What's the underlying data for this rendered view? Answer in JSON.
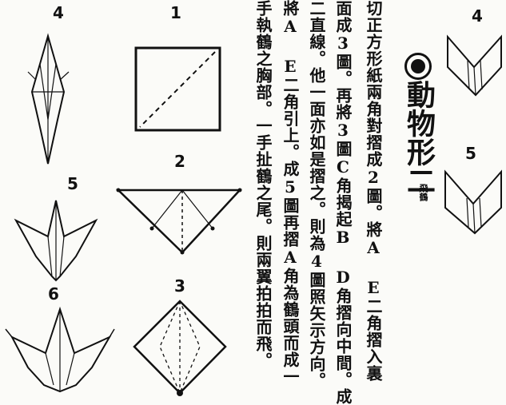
{
  "title": "動物形二",
  "subtitle": "飛鶴",
  "body_columns": [
    "切正方形紙兩角對摺成2圖。將A E二角摺入裏",
    "面成3圖。再將3圖C角揭起B D角摺向中間。成",
    "二直線。他一面亦如是摺之。則為4圖照矢示方向。",
    "將A E二角引上。成5圖再摺A角為鶴頭而成一",
    "手執鶴之胸部。一手扯鶴之尾。則兩翼拍拍而飛。"
  ],
  "figure_numbers": {
    "fig1": "1",
    "fig2": "2",
    "fig3": "3",
    "fig4_left": "4",
    "fig4_right": "4",
    "fig5_left": "5",
    "fig5_right": "5",
    "fig6": "6"
  }
}
